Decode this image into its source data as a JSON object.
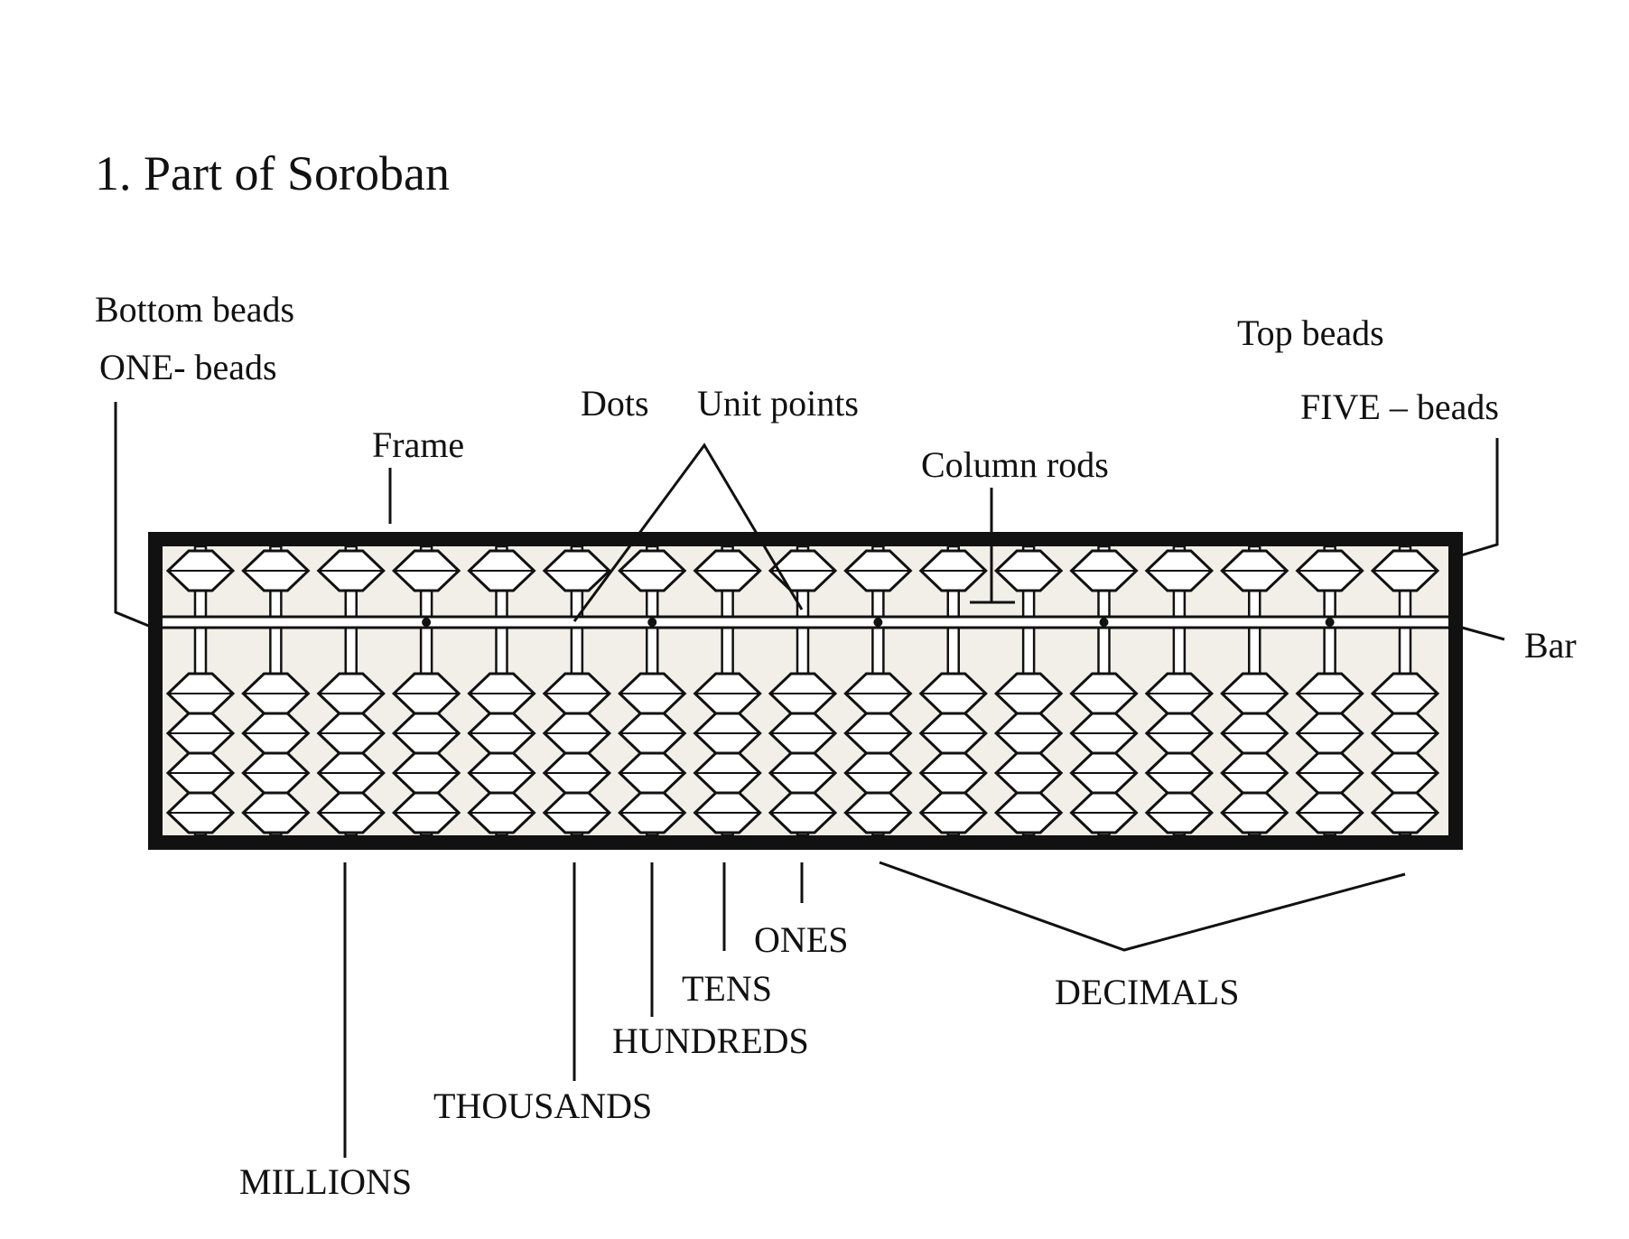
{
  "title": "1. Part of Soroban",
  "labels": {
    "bottom_beads": "Bottom beads",
    "one_beads": "ONE- beads",
    "frame": "Frame",
    "dots": "Dots",
    "unit_points": "Unit points",
    "column_rods": "Column rods",
    "top_beads": "Top beads",
    "five_beads": "FIVE – beads",
    "bar": "Bar",
    "ones": "ONES",
    "tens": "TENS",
    "hundreds": "HUNDREDS",
    "thousands": "THOUSANDS",
    "millions": "MILLIONS",
    "decimals": "DECIMALS"
  },
  "soroban": {
    "columns": 17,
    "top_beads_per_column": 1,
    "bottom_beads_per_column": 4,
    "unit_point_columns": [
      3,
      6,
      9,
      12,
      15
    ]
  }
}
